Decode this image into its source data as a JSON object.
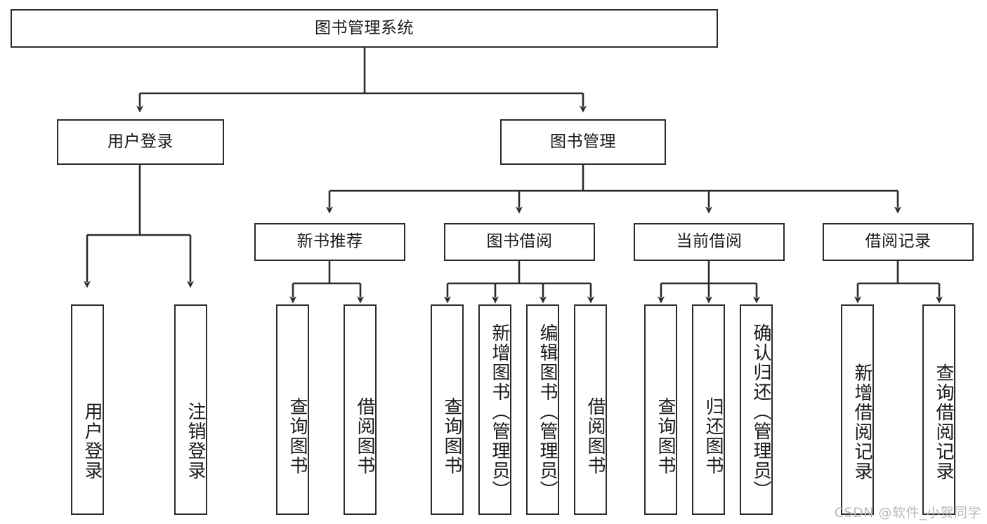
{
  "diagram": {
    "title": "图书管理系统",
    "type": "tree",
    "watermark": "CSDN @软件_小贺同学",
    "colors": {
      "stroke": "#2b2b2b",
      "fill": "#ffffff",
      "text": "#1a1a1a",
      "watermark": "#b9b9b9"
    },
    "levels": {
      "root": {
        "label": "图书管理系统"
      },
      "level2": [
        {
          "id": "user-login",
          "label": "用户登录"
        },
        {
          "id": "book-manage",
          "label": "图书管理"
        }
      ],
      "level3": [
        {
          "id": "new-book-recommend",
          "label": "新书推荐"
        },
        {
          "id": "book-borrow",
          "label": "图书借阅"
        },
        {
          "id": "current-borrow",
          "label": "当前借阅"
        },
        {
          "id": "borrow-record",
          "label": "借阅记录"
        }
      ],
      "leaves": [
        {
          "id": "leaf-user-login",
          "label": "用户登录",
          "parent": "user-login"
        },
        {
          "id": "leaf-logout",
          "label": "注销登录",
          "parent": "user-login"
        },
        {
          "id": "leaf-query-book-1",
          "label": "查询图书",
          "parent": "new-book-recommend"
        },
        {
          "id": "leaf-borrow-book-1",
          "label": "借阅图书",
          "parent": "new-book-recommend"
        },
        {
          "id": "leaf-query-book-2",
          "label": "查询图书",
          "parent": "book-borrow"
        },
        {
          "id": "leaf-add-book",
          "label": "新增图书（管理员）",
          "parent": "book-borrow"
        },
        {
          "id": "leaf-edit-book",
          "label": "编辑图书（管理员）",
          "parent": "book-borrow"
        },
        {
          "id": "leaf-borrow-book-2",
          "label": "借阅图书",
          "parent": "book-borrow"
        },
        {
          "id": "leaf-query-book-3",
          "label": "查询图书",
          "parent": "current-borrow"
        },
        {
          "id": "leaf-return-book",
          "label": "归还图书",
          "parent": "current-borrow"
        },
        {
          "id": "leaf-confirm-return",
          "label": "确认归还（管理员）",
          "parent": "current-borrow"
        },
        {
          "id": "leaf-add-record",
          "label": "新增借阅记录",
          "parent": "borrow-record"
        },
        {
          "id": "leaf-query-record",
          "label": "查询借阅记录",
          "parent": "borrow-record"
        }
      ]
    }
  }
}
